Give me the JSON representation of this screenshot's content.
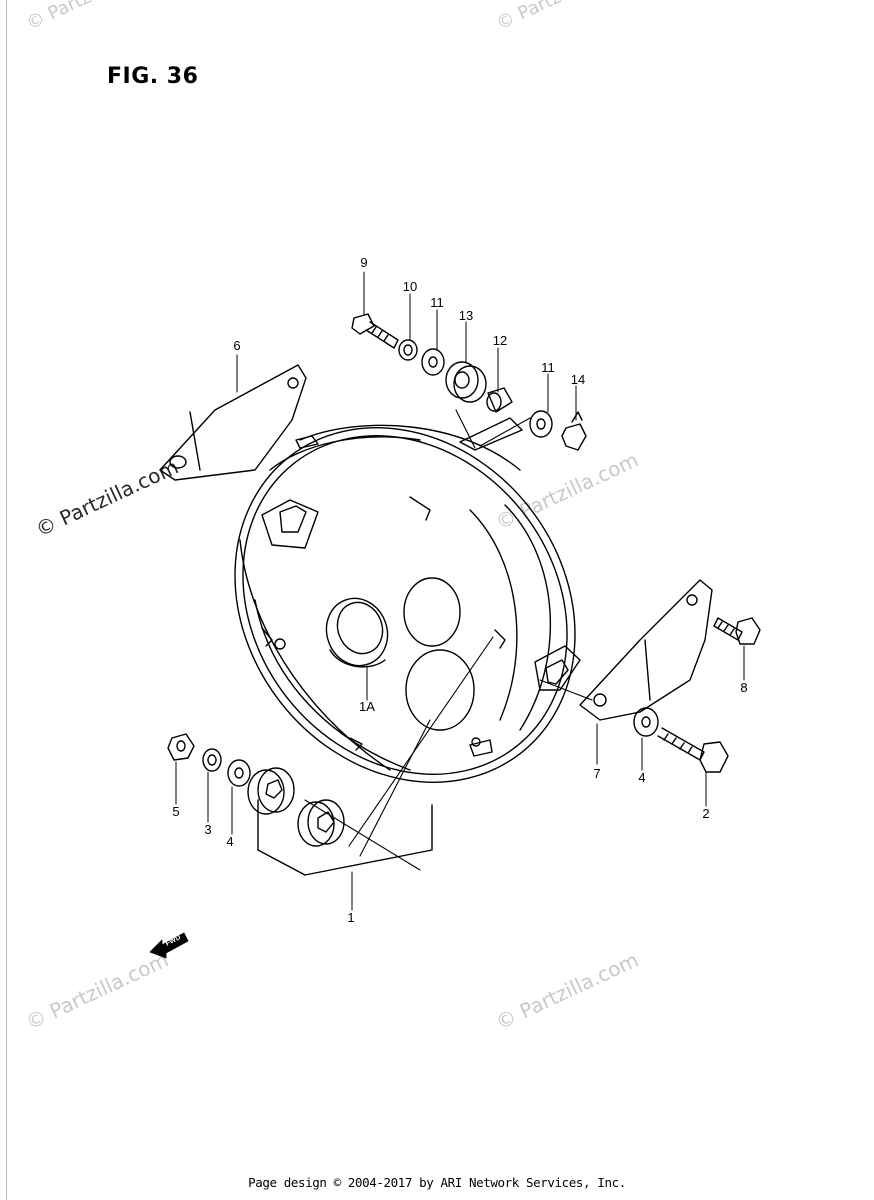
{
  "figure": {
    "title": "FIG. 36",
    "fwd_label": "FWD"
  },
  "callouts": {
    "c9": "9",
    "c10": "10",
    "c11a": "11",
    "c13": "13",
    "c12": "12",
    "c11b": "11",
    "c14": "14",
    "c6": "6",
    "c8": "8",
    "c1a": "1A",
    "c7": "7",
    "c4a": "4",
    "c2": "2",
    "c5": "5",
    "c3": "3",
    "c4b": "4",
    "c1": "1"
  },
  "watermarks": {
    "main": "© Partzilla.com",
    "faint": "© Partzilla.com"
  },
  "footer": {
    "text": "Page design © 2004-2017 by ARI Network Services, Inc."
  }
}
